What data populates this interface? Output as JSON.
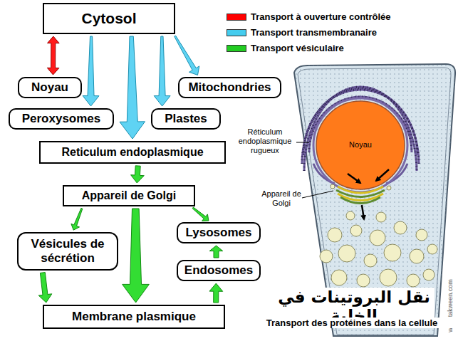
{
  "diagram": {
    "title": "نقل البروتينات في الخلية",
    "caption": "Transport des protéines dans la cellule",
    "nodes": [
      {
        "text": [
          "Cytosol"
        ]
      },
      {
        "text": [
          "Noyau"
        ]
      },
      {
        "text": [
          "Mitochondries"
        ]
      },
      {
        "text": [
          "Peroxysomes"
        ]
      },
      {
        "text": [
          "Plastes"
        ]
      },
      {
        "text": [
          "Reticulum endoplasmique"
        ]
      },
      {
        "text": [
          "Appareil de Golgi"
        ]
      },
      {
        "text": [
          "Vésicules de sécrétion"
        ]
      },
      {
        "text": [
          "Lysosomes"
        ]
      },
      {
        "text": [
          "Endosomes"
        ]
      },
      {
        "text": [
          "Membrane plasmique"
        ]
      }
    ],
    "edges": [
      {
        "from": 0,
        "to": 1,
        "arrow": "both"
      },
      {
        "from": 0,
        "to": 3,
        "arrow": "to"
      },
      {
        "from": 0,
        "to": 5,
        "arrow": "to"
      },
      {
        "from": 0,
        "to": 4,
        "arrow": "to"
      },
      {
        "from": 0,
        "to": 2,
        "arrow": "to"
      },
      {
        "from": 5,
        "to": 6,
        "arrow": "to"
      },
      {
        "from": 6,
        "to": 7,
        "arrow": "to"
      },
      {
        "from": 6,
        "to": 8,
        "arrow": "to"
      },
      {
        "from": 6,
        "to": 10,
        "arrow": "to"
      },
      {
        "from": 7,
        "to": 10,
        "arrow": "to"
      },
      {
        "from": 10,
        "to": 9,
        "arrow": "to"
      },
      {
        "from": 9,
        "to": 8,
        "arrow": "to"
      }
    ],
    "labels": [
      "Réticulum endoplasmique rugueux",
      "Noyau",
      "Appareil de Golgi",
      "www.takween.com"
    ],
    "legend": [
      {
        "text": "Transport à ouverture contrôlée",
        "color": "#ff0000"
      },
      {
        "text": "Transport transmembranaire",
        "color": "#44ccee"
      },
      {
        "text": "Transport vésiculaire",
        "color": "#22cc22"
      }
    ]
  }
}
